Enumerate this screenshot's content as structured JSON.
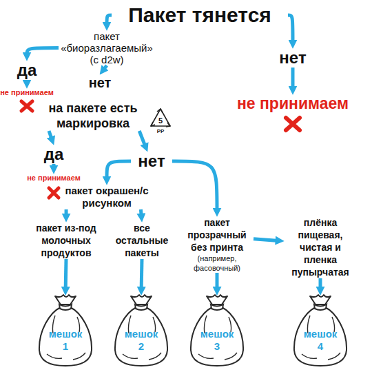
{
  "diagram": {
    "nodes": [
      {
        "text": [
          "Пакет тянется"
        ]
      },
      {
        "text": [
          "пакет «биоразлагаемый» (с d2w)"
        ]
      },
      {
        "text": [
          "нет"
        ]
      },
      {
        "text": [
          "да"
        ]
      },
      {
        "text": [
          "не принимаем"
        ]
      },
      {
        "text": [
          "нет"
        ]
      },
      {
        "text": [
          "не принимаем"
        ]
      },
      {
        "text": [
          "на пакете есть маркировка"
        ]
      },
      {
        "text": [
          "да"
        ]
      },
      {
        "text": [
          "нет"
        ]
      },
      {
        "text": [
          "не принимаем"
        ]
      },
      {
        "text": [
          "пакет окрашен/с рисунком"
        ]
      },
      {
        "text": [
          "пакет из-под молочных продуктов"
        ]
      },
      {
        "text": [
          "все остальные пакеты"
        ]
      },
      {
        "text": [
          "пакет прозрачный без принта",
          "(например, фасовочный)"
        ]
      },
      {
        "text": [
          "плёнка пищевая, чистая и пленка пупырчатая"
        ]
      },
      {
        "text": [
          "мешок 1"
        ]
      },
      {
        "text": [
          "мешок 2"
        ]
      },
      {
        "text": [
          "мешок 3"
        ]
      },
      {
        "text": [
          "мешок 4"
        ]
      }
    ],
    "edges": [
      {
        "from": 0,
        "to": 1,
        "arrow": "to"
      },
      {
        "from": 0,
        "to": 2,
        "arrow": "to"
      },
      {
        "from": 1,
        "to": 3,
        "arrow": "to"
      },
      {
        "from": 3,
        "to": 4,
        "arrow": "to"
      },
      {
        "from": 1,
        "to": 5,
        "arrow": "to"
      },
      {
        "from": 2,
        "to": 6,
        "arrow": "to"
      },
      {
        "from": 7,
        "to": 8,
        "arrow": "to"
      },
      {
        "from": 8,
        "to": 10,
        "arrow": "to"
      },
      {
        "from": 7,
        "to": 9,
        "arrow": "to"
      },
      {
        "from": 9,
        "to": 11,
        "arrow": "to"
      },
      {
        "from": 9,
        "to": 14,
        "arrow": "to"
      },
      {
        "from": 11,
        "to": 12,
        "arrow": "to"
      },
      {
        "from": 11,
        "to": 13,
        "arrow": "to"
      },
      {
        "from": 14,
        "to": 15,
        "arrow": "to"
      },
      {
        "from": 12,
        "to": 16,
        "arrow": "to"
      },
      {
        "from": 13,
        "to": 17,
        "arrow": "to"
      },
      {
        "from": 14,
        "to": 18,
        "arrow": "to"
      },
      {
        "from": 15,
        "to": 19,
        "arrow": "to"
      }
    ],
    "labels": [
      "5",
      "PP"
    ]
  }
}
